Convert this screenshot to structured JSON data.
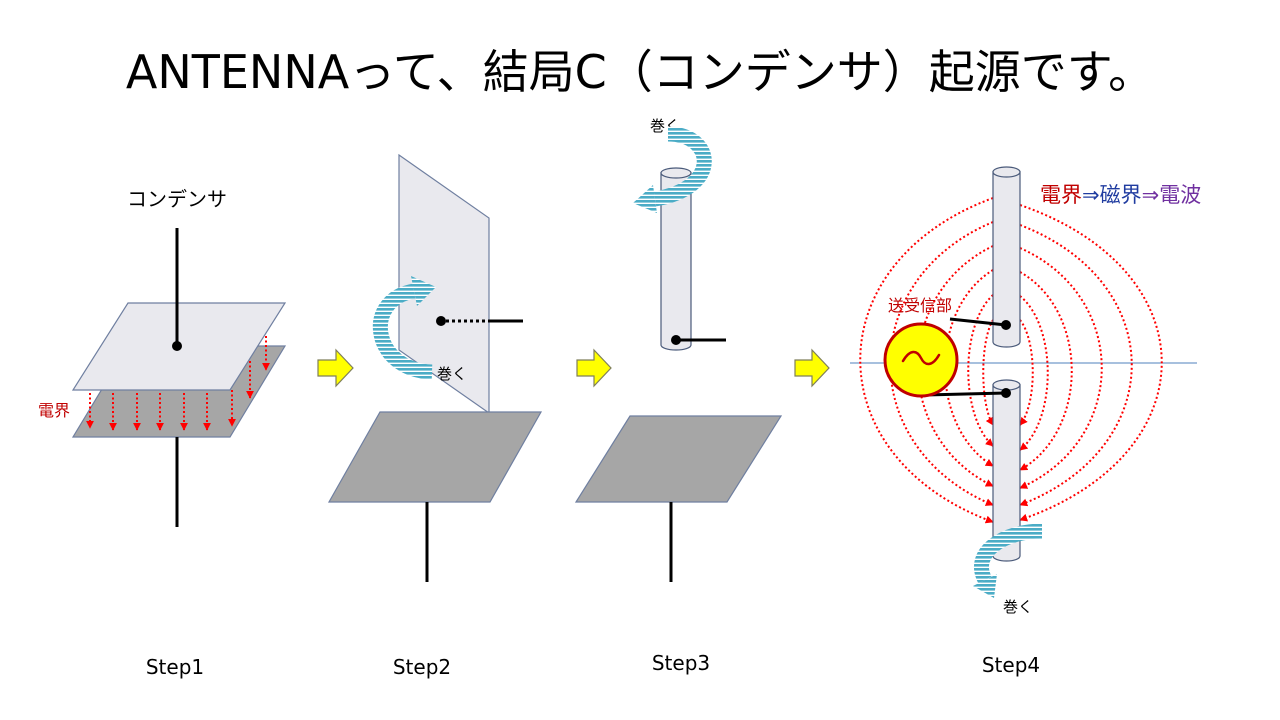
{
  "title": "ANTENNAって、結局C（コンデンサ）起源です。",
  "steps": [
    {
      "label": "Step1",
      "capacitor_label": "コンデンサ",
      "field_label": "電界"
    },
    {
      "label": "Step2",
      "wind_label": "巻く"
    },
    {
      "label": "Step3",
      "wind_label": "巻く"
    },
    {
      "label": "Step4",
      "wind_label": "巻く",
      "transceiver_label": "送受信部",
      "chain": [
        {
          "text": "電界",
          "color": "#c00000"
        },
        {
          "text": "⇒磁界",
          "color": "#203ca0"
        },
        {
          "text": "⇒電波",
          "color": "#7030a0"
        }
      ]
    }
  ],
  "icons": {
    "step_arrow": "right-arrow-icon",
    "wind_arrow": "curved-arrow-icon",
    "source": "sine-wave-icon"
  },
  "colors": {
    "plate_light": "#e9e9ee",
    "plate_dark": "#a6a6a6",
    "outline": "#6f7fa0",
    "field": "#ff0000",
    "step_arrow": "#ffff00",
    "wind_arrow": "#4bacc6",
    "label_red": "#c00000",
    "source_fill": "#ffff00",
    "source_stroke": "#c00000",
    "horizon_line": "#4f81bd"
  }
}
